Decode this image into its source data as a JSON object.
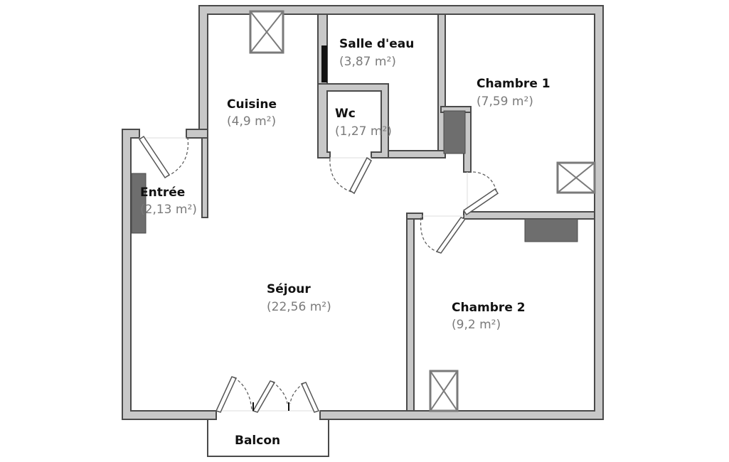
{
  "rooms": {
    "salle_eau": {
      "name": "Salle d'eau",
      "area": "(3,87 m²)"
    },
    "cuisine": {
      "name": "Cuisine",
      "area": "(4,9 m²)"
    },
    "wc": {
      "name": "Wc",
      "area": "(1,27 m²)"
    },
    "chambre1": {
      "name": "Chambre 1",
      "area": "(7,59 m²)"
    },
    "entree": {
      "name": "Entrée",
      "area": "(2,13 m²)"
    },
    "sejour": {
      "name": "Séjour",
      "area": "(22,56 m²)"
    },
    "chambre2": {
      "name": "Chambre 2",
      "area": "(9,2 m²)"
    },
    "balcon": {
      "name": "Balcon"
    }
  },
  "colors": {
    "wall_fill": "#c8c8c8",
    "wall_stroke": "#4a4a4a",
    "label": "#111111",
    "area_text": "#7a7a7a",
    "radiator": "#6e6e6e"
  },
  "icons": [
    "ventilation-icon",
    "radiator-icon",
    "door-swing-icon"
  ]
}
